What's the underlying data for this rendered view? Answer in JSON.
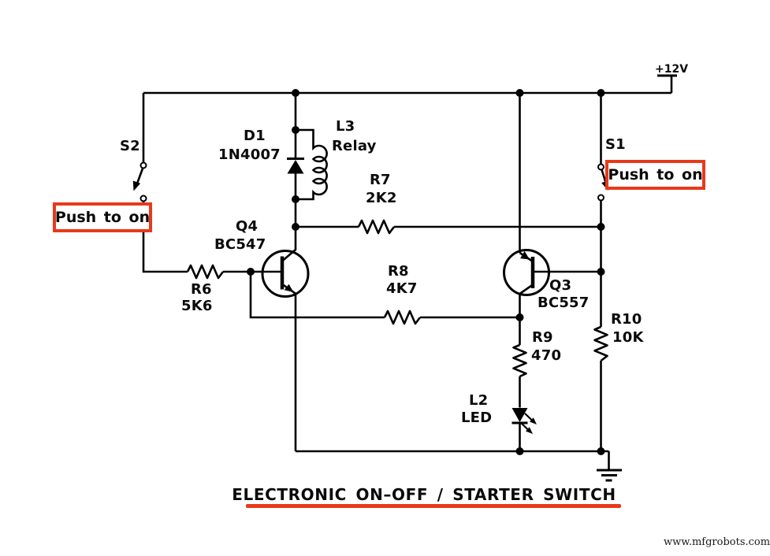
{
  "colors": {
    "accent_red": "#e8391b",
    "line": "#000000",
    "background": "#ffffff"
  },
  "supply": {
    "label": "+12V"
  },
  "switches": {
    "s2": {
      "ref": "S2",
      "action": "Push to on"
    },
    "s1": {
      "ref": "S1",
      "action": "Push to on"
    }
  },
  "components": {
    "d1": {
      "ref": "D1",
      "value": "1N4007"
    },
    "l3": {
      "ref": "L3",
      "value": "Relay"
    },
    "r6": {
      "ref": "R6",
      "value": "5K6"
    },
    "r7": {
      "ref": "R7",
      "value": "2K2"
    },
    "r8": {
      "ref": "R8",
      "value": "4K7"
    },
    "r9": {
      "ref": "R9",
      "value": "470"
    },
    "r10": {
      "ref": "R10",
      "value": "10K"
    },
    "q4": {
      "ref": "Q4",
      "value": "BC547"
    },
    "q3": {
      "ref": "Q3",
      "value": "BC557"
    },
    "l2": {
      "ref": "L2",
      "value": "LED"
    }
  },
  "title": "ELECTRONIC ON–OFF / STARTER SWITCH",
  "watermark": "www.mfgrobots.com"
}
